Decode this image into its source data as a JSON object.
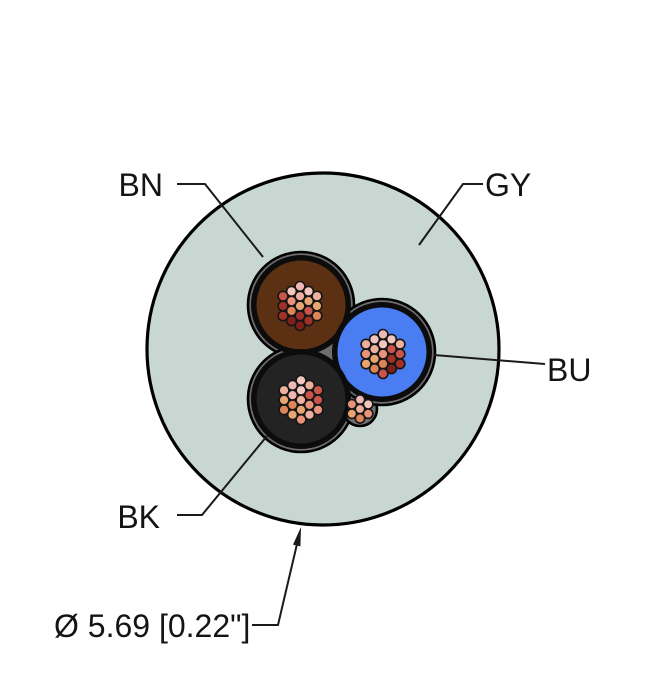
{
  "title": "cable cross-section diagram",
  "labels": {
    "brown_core": "BN",
    "jacket": "GY",
    "blue_core": "BU",
    "black_core": "BK",
    "diameter": "Ø 5.69 [0.22\"]"
  },
  "colors": {
    "background": "#ffffff",
    "outline": "#000000",
    "jacket": "#c9d7d2",
    "filler": "#6e6e6e",
    "core_ring": "#0c0c0c",
    "core_brown": "#5c3013",
    "core_blue": "#4a7df2",
    "core_black": "#232323",
    "leader": "#1a1a1a",
    "strand_stroke": "#161616",
    "strand_palette": [
      "#f3c7bf",
      "#efaf9e",
      "#e9937a",
      "#de8557",
      "#e8a570",
      "#c9544a",
      "#a03028",
      "#7e1f1a",
      "#f0b8b3"
    ]
  },
  "bundles": {
    "bn": [
      4,
      1,
      4,
      5,
      6,
      3,
      2,
      8,
      0,
      1,
      4,
      3,
      6,
      7,
      7,
      6,
      6,
      5,
      0
    ],
    "bu": [
      2,
      0,
      5,
      6,
      3,
      4,
      1,
      8,
      0,
      1,
      5,
      6,
      7,
      5,
      3,
      4,
      2,
      1,
      0
    ],
    "bk": [
      1,
      0,
      5,
      2,
      4,
      3,
      8,
      0,
      1,
      5,
      5,
      2,
      1,
      2,
      4,
      3,
      4,
      1,
      8
    ],
    "filler": [
      1,
      8,
      0,
      2,
      3,
      4,
      2
    ]
  }
}
